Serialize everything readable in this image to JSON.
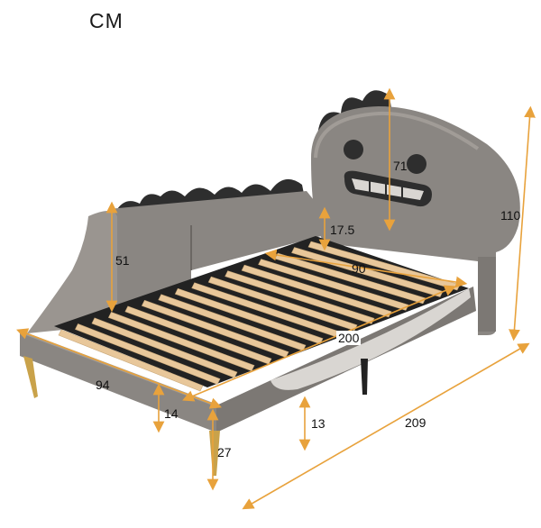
{
  "unit_label": "CM",
  "colors": {
    "upholstery": "#8a8682",
    "upholstery_light": "#a19c97",
    "upholstery_dark": "#6b6763",
    "slat": "#e8c79a",
    "slat_shadow": "#c9a878",
    "spike": "#2e2e2e",
    "leg_gold": "#c9a24a",
    "dimension_line": "#e8a23c"
  },
  "dimensions": {
    "headboard_height": "71",
    "gap_height": "17.5",
    "inner_width": "90",
    "side_height": "51",
    "total_height": "110",
    "inner_length": "200",
    "outer_width": "94",
    "rail_height": "14",
    "under_clearance": "13",
    "total_length": "209",
    "leg_height": "27"
  }
}
